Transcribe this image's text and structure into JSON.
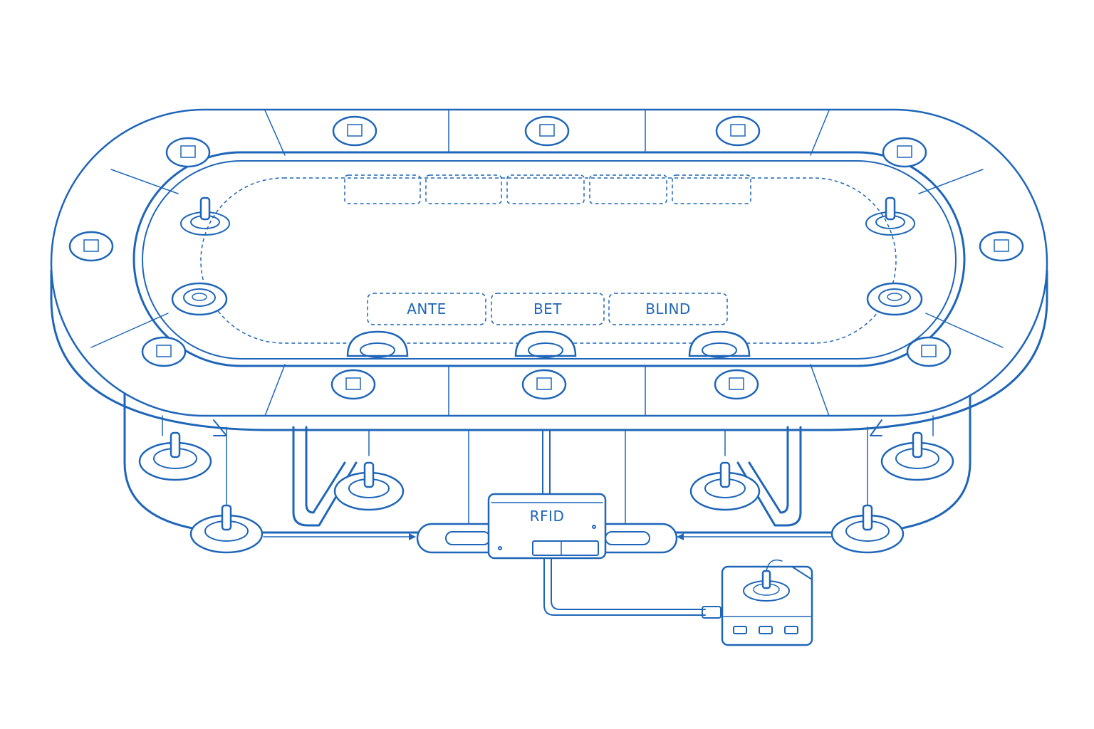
{
  "diagram": {
    "accent_color": "#1f66b8",
    "background_color": "#ffffff",
    "betting_areas": [
      {
        "label": "ANTE"
      },
      {
        "label": "BET"
      },
      {
        "label": "BLIND"
      }
    ],
    "controller_label": "RFID",
    "icons": [
      "chip-reader-icon",
      "joystick-sensor-icon",
      "control-box-icon"
    ]
  }
}
